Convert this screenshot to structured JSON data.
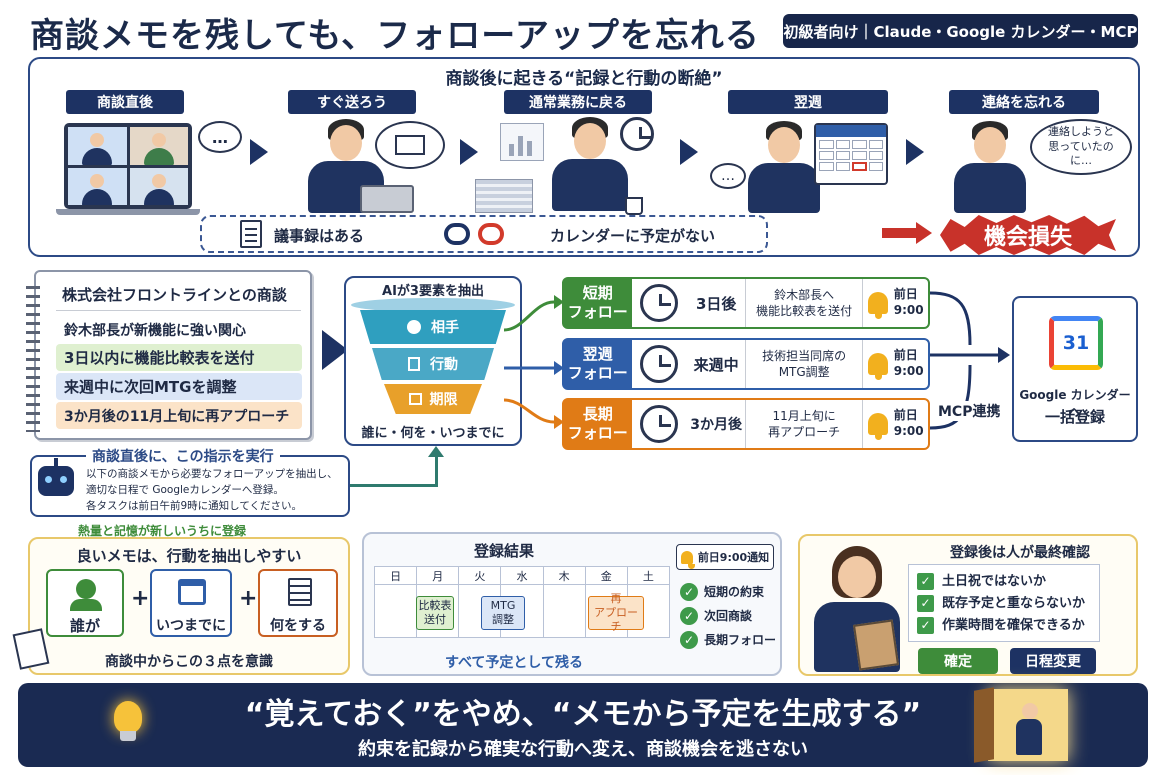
{
  "header": {
    "title": "商談メモを残しても、フォローアップを忘れる",
    "tagline": "初級者向け｜Claude・Google カレンダー・MCP"
  },
  "flow": {
    "heading": "商談後に起きる“記録と行動の断絶”",
    "steps": [
      {
        "label": "商談直後"
      },
      {
        "label": "すぐ送ろう"
      },
      {
        "label": "通常業務に戻る"
      },
      {
        "label": "翌週"
      },
      {
        "label": "連絡を忘れる"
      }
    ],
    "thought_bubble": "連絡しようと思っていたのに…",
    "dots_bubble": "…",
    "minutes_text": "議事録はある",
    "calendar_text": "カレンダーに予定がない",
    "loss_text": "機会損失"
  },
  "memo": {
    "title": "株式会社フロントラインとの商談",
    "lines": [
      {
        "text": "鈴木部長が新機能に強い関心",
        "color": "#ffffff"
      },
      {
        "text": "3日以内に機能比較表を送付",
        "color": "#dff0d0"
      },
      {
        "text": "来週中に次回MTGを調整",
        "color": "#dbe6f7"
      },
      {
        "text": "3か月後の11月上旬に再アプローチ",
        "color": "#fbe3c8"
      }
    ]
  },
  "instruction": {
    "heading": "商談直後に、この指示を実行",
    "body_lines": [
      "以下の商談メモから必要なフォローアップを抽出し、",
      "適切な日程で Googleカレンダーへ登録。",
      "各タスクは前日午前9時に通知してください。"
    ],
    "footer": "熱量と記憶が新しいうちに登録"
  },
  "funnel": {
    "heading": "AIが3要素を抽出",
    "items": [
      "相手",
      "行動",
      "期限"
    ],
    "footer": "誰に・何を・いつまでに"
  },
  "followups": [
    {
      "tag1": "短期",
      "tag2": "フォロー",
      "timing": "3日後",
      "desc1": "鈴木部長へ",
      "desc2": "機能比較表を送付",
      "notify1": "前日",
      "notify2": "9:00",
      "color": "#3e8c3a"
    },
    {
      "tag1": "翌週",
      "tag2": "フォロー",
      "timing": "来週中",
      "desc1": "技術担当同席の",
      "desc2": "MTG調整",
      "notify1": "前日",
      "notify2": "9:00",
      "color": "#2f5ea8"
    },
    {
      "tag1": "長期",
      "tag2": "フォロー",
      "timing": "3か月後",
      "desc1": "11月上旬に",
      "desc2": "再アプローチ",
      "notify1": "前日",
      "notify2": "9:00",
      "color": "#e07b16"
    }
  ],
  "mcp": {
    "label": "MCP連携",
    "gcal_number": "31",
    "gcal_line1": "Google カレンダーへ",
    "gcal_line2": "一括登録"
  },
  "good_memo": {
    "heading": "良いメモは、行動を抽出しやすい",
    "items": [
      "誰が",
      "いつまでに",
      "何をする"
    ],
    "plus": "+",
    "footer": "商談中からこの３点を意識"
  },
  "result": {
    "heading": "登録結果",
    "notice": "前日9:00通知",
    "days": [
      "日",
      "月",
      "火",
      "水",
      "木",
      "金",
      "土"
    ],
    "events": [
      {
        "line1": "比較表",
        "line2": "送付"
      },
      {
        "line1": "MTG",
        "line2": "調整"
      },
      {
        "line1": "再",
        "line2": "アプローチ"
      }
    ],
    "checks": [
      "短期の約束",
      "次回商談",
      "長期フォロー"
    ],
    "footer": "すべて予定として残る"
  },
  "confirm": {
    "heading": "登録後は人が最終確認",
    "items": [
      "土日祝ではないか",
      "既存予定と重ならないか",
      "作業時間を確保できるか"
    ],
    "btn_confirm": "確定",
    "btn_change": "日程変更"
  },
  "banner": {
    "main": "“覚えておく”をやめ、“メモから予定を生成する”",
    "sub": "約束を記録から確実な行動へ変え、商談機会を逃さない"
  }
}
